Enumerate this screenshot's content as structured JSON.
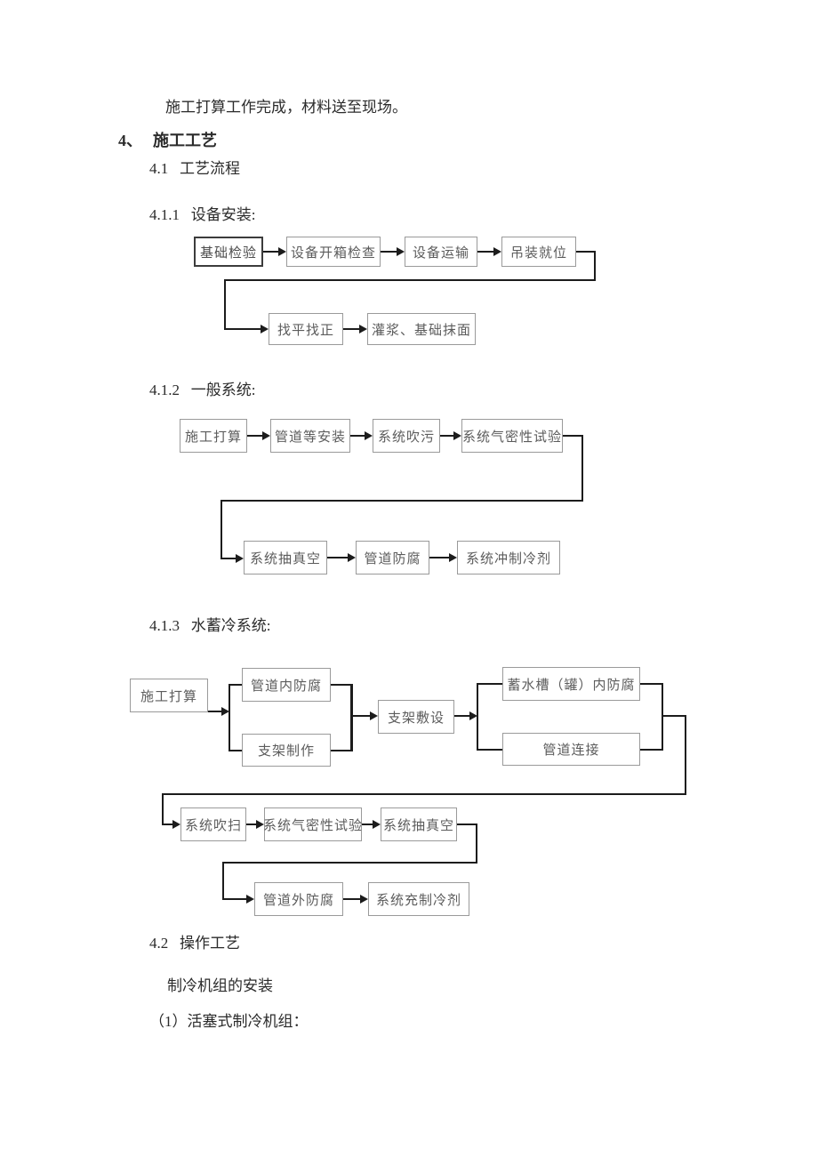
{
  "page": {
    "intro": "施工打算工作完成，材料送至现场。",
    "heading": {
      "number": "4、",
      "title": "施工工艺"
    },
    "sections": {
      "s41": "4.1   工艺流程",
      "s411": "4.1.1   设备安装:",
      "s412": "4.1.2   一般系统:",
      "s413": "4.1.3   水蓄冷系统:",
      "s42": "4.2   操作工艺",
      "s42_sub": "制冷机组的安装",
      "s42_item": "（1）活塞式制冷机组："
    }
  },
  "flow_equipment": {
    "row1": [
      "基础检验",
      "设备开箱检查",
      "设备运输",
      "吊装就位"
    ],
    "row2": [
      "找平找正",
      "灌浆、基础抹面"
    ]
  },
  "flow_general": {
    "row1": [
      "施工打算",
      "管道等安装",
      "系统吹污",
      "系统气密性试验"
    ],
    "row2": [
      "系统抽真空",
      "管道防腐",
      "系统冲制冷剂"
    ]
  },
  "flow_water_storage": {
    "start": "施工打算",
    "branch1": [
      "管道内防腐",
      "支架制作"
    ],
    "mid": "支架敷设",
    "branch2": [
      "蓄水槽（罐）内防腐",
      "管道连接"
    ],
    "row2": [
      "系统吹扫",
      "系统气密性试验",
      "系统抽真空"
    ],
    "row3": [
      "管道外防腐",
      "系统充制冷剂"
    ]
  },
  "colors": {
    "box_border": "#9a9a9a",
    "box_border_dark": "#3c3c3c",
    "box_text": "#5c5c5c",
    "line": "#1c1c1c",
    "text": "#2b2b2b"
  }
}
